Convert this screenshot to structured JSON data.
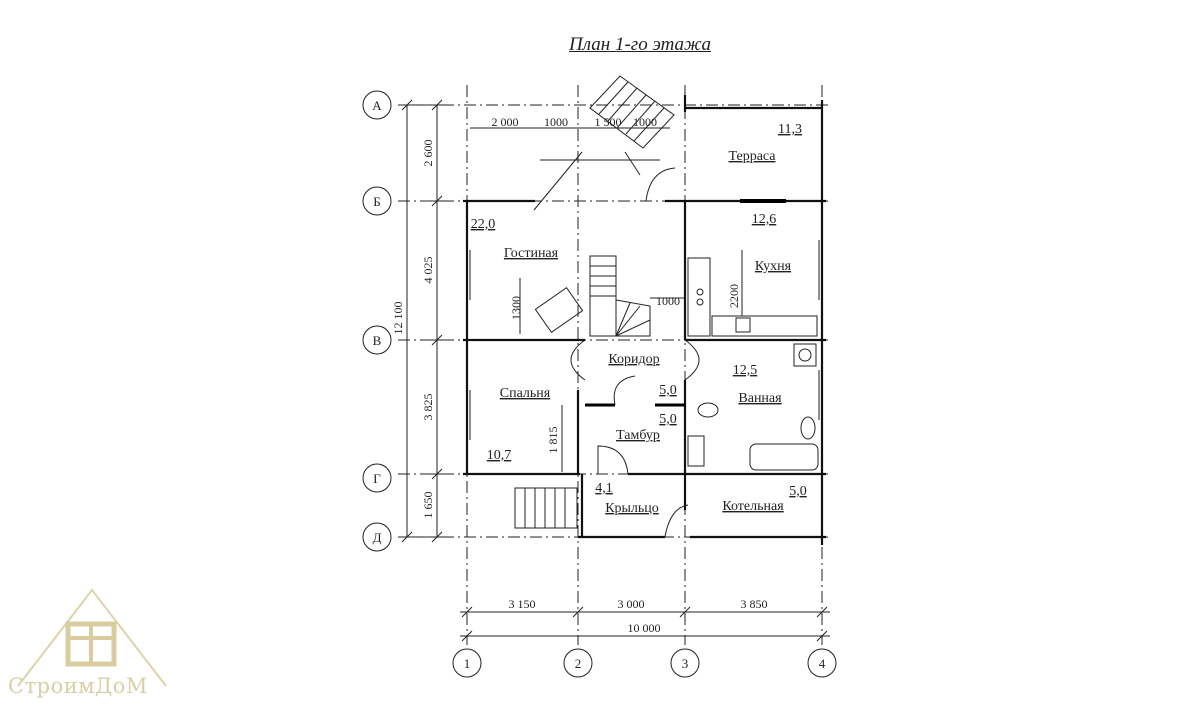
{
  "title": "План 1-го этажа",
  "axes_letters": [
    "А",
    "Б",
    "В",
    "Г",
    "Д"
  ],
  "axes_numbers": [
    "1",
    "2",
    "3",
    "4"
  ],
  "rooms": {
    "terrace": {
      "name": "Терраса",
      "area": "11,3"
    },
    "living": {
      "name": "Гостиная",
      "area": "22,0"
    },
    "kitchen": {
      "name": "Кухня",
      "area": "12,6"
    },
    "corridor": {
      "name": "Коридор",
      "area": "5,0"
    },
    "bathroom": {
      "name": "Ванная",
      "area": "12,5"
    },
    "bedroom": {
      "name": "Спальня",
      "area": "10,7"
    },
    "vestibule": {
      "name": "Тамбур",
      "area": "5,0"
    },
    "porch": {
      "name": "Крыльцо",
      "area": "4,1"
    },
    "boiler": {
      "name": "Котельная",
      "area": "5,0"
    }
  },
  "dims": {
    "left_total": "12 100",
    "left_ab": "2 600",
    "left_bv": "4 025",
    "left_vg": "3 825",
    "left_gd": "1 650",
    "bottom_12": "3 150",
    "bottom_23": "3 000",
    "bottom_34": "3 850",
    "bottom_total": "10 000",
    "top_2000": "2 000",
    "top_1000a": "1000",
    "top_1500": "1 500",
    "top_1000b": "1000",
    "stair_1300": "1300",
    "stair_1000": "1000",
    "kitchen_2200": "2200",
    "tambur_1815": "1 815"
  },
  "logo": {
    "text": "СтроимДоМ"
  }
}
